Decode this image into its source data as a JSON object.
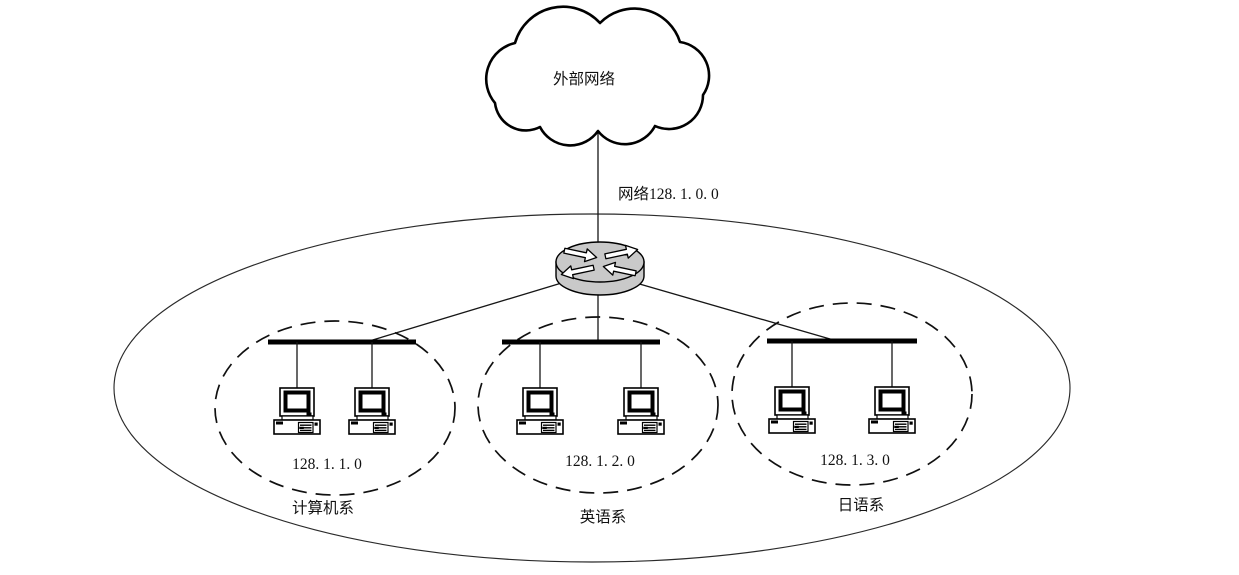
{
  "colors": {
    "background": "#ffffff",
    "line": "#161616",
    "router_fill": "#c9c9c9"
  },
  "cloud": {
    "label": "外部网络",
    "icon": "cloud-icon"
  },
  "backbone": {
    "label": "网络128. 1. 0. 0"
  },
  "router": {
    "icon": "router-icon"
  },
  "subnets": [
    {
      "ip": "128. 1. 1. 0",
      "department": "计算机系",
      "hosts": 2,
      "icon": "desktop-pc-icon"
    },
    {
      "ip": "128. 1. 2. 0",
      "department": "英语系",
      "hosts": 2,
      "icon": "desktop-pc-icon"
    },
    {
      "ip": "128. 1. 3. 0",
      "department": "日语系",
      "hosts": 2,
      "icon": "desktop-pc-icon"
    }
  ]
}
